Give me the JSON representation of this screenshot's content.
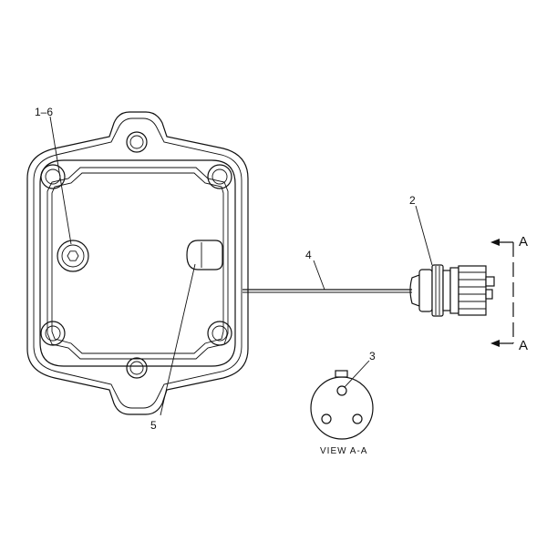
{
  "callouts": {
    "c1": "1–6",
    "c2": "2",
    "c3": "3",
    "c4": "4",
    "c5": "5"
  },
  "section": {
    "top_letter": "A",
    "bottom_letter": "A",
    "view_label": "VIEW A-A"
  }
}
